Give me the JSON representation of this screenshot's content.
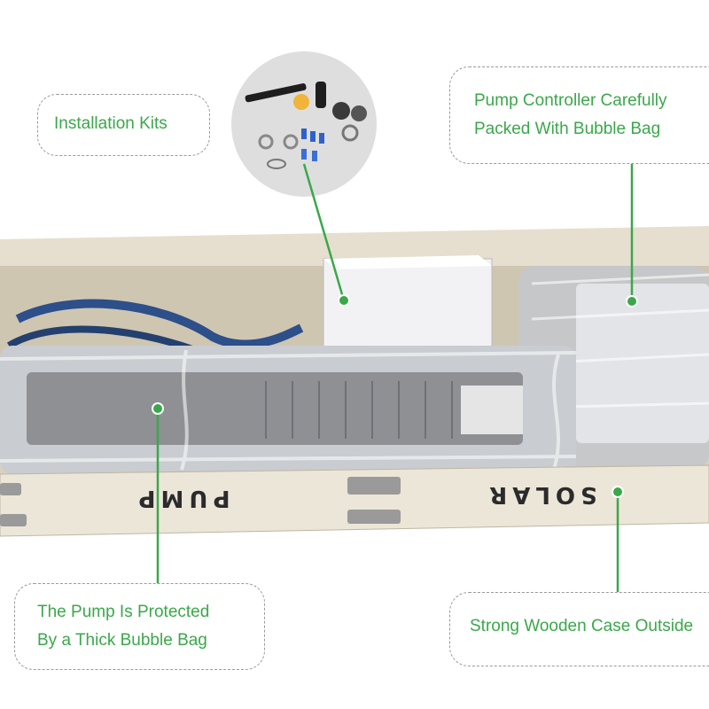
{
  "callouts": {
    "installation_kits": "Installation Kits",
    "controller_line1": "Pump Controller Carefully",
    "controller_line2": "Packed With Bubble Bag",
    "pump_line1": "The Pump Is Protected",
    "pump_line2": "By a Thick Bubble Bag",
    "case": "Strong Wooden Case Outside"
  },
  "case_markings": {
    "left": "PUMP",
    "right": "SOLAR"
  },
  "colors": {
    "callout_text": "#3aa84a",
    "leader_line": "#3aa84a",
    "dashed_border": "#9a9a9a",
    "wood": "#e9e3d6",
    "bubble_bag": "#c9ccd0",
    "pump_body": "#8e9094",
    "controller_box": "#f2f2f4"
  },
  "icons": [
    "installation-kit-photo",
    "anchor-dot"
  ]
}
